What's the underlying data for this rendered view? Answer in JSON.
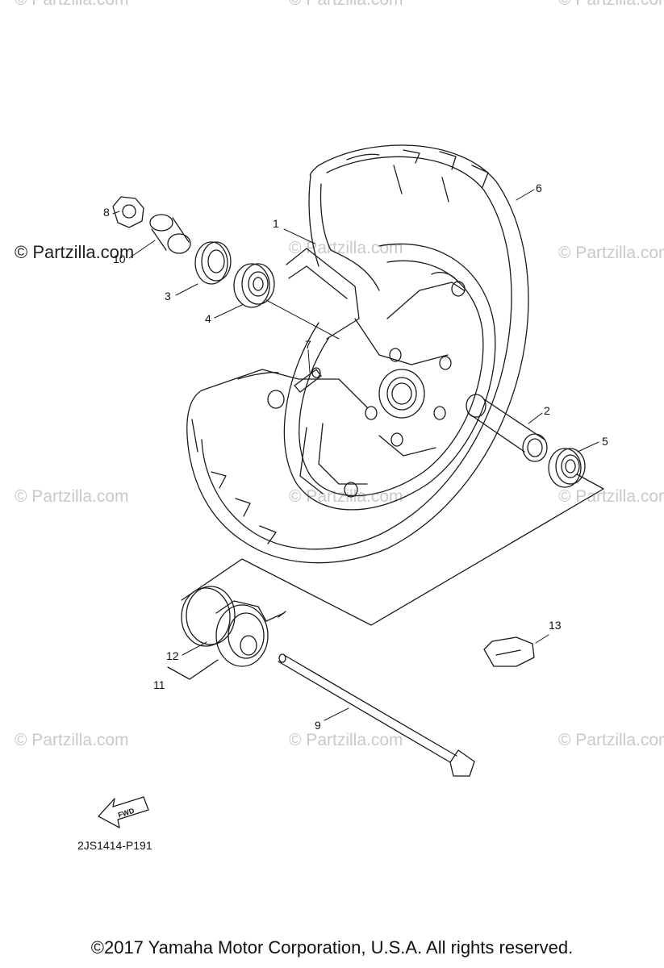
{
  "watermark": {
    "text": "© Partzilla.com",
    "primary_text": "© Partzilla.com"
  },
  "callouts": [
    {
      "id": "1",
      "label": "1"
    },
    {
      "id": "2",
      "label": "2"
    },
    {
      "id": "3",
      "label": "3"
    },
    {
      "id": "4",
      "label": "4"
    },
    {
      "id": "5",
      "label": "5"
    },
    {
      "id": "6",
      "label": "6"
    },
    {
      "id": "7",
      "label": "7"
    },
    {
      "id": "8",
      "label": "8"
    },
    {
      "id": "9",
      "label": "9"
    },
    {
      "id": "10",
      "label": "10"
    },
    {
      "id": "11",
      "label": "11"
    },
    {
      "id": "12",
      "label": "12"
    },
    {
      "id": "13",
      "label": "13"
    }
  ],
  "fwd_label": "FWD",
  "diagram_code": "2JS1414-P191",
  "copyright": "©2017  Yamaha Motor Corporation, U.S.A. All rights reserved.",
  "colors": {
    "line": "#1a1a1a",
    "watermark": "#c9c9c9"
  }
}
